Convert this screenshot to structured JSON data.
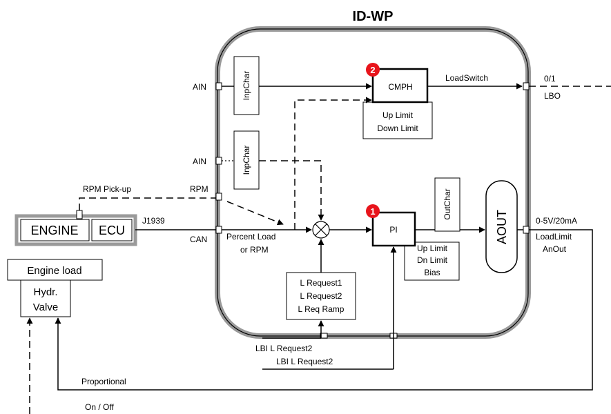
{
  "title": "ID-WP",
  "blocks": {
    "inpchar_top": "InpChar",
    "inpchar_mid": "InpChar",
    "cmph": "CMPH",
    "cmph_limits_1": "Up Limit",
    "cmph_limits_2": "Down Limit",
    "pi": "PI",
    "pi_limits_1": "Up Limit",
    "pi_limits_2": "Dn Limit",
    "pi_limits_3": "Bias",
    "outchar": "OutChar",
    "aout": "AOUT",
    "lrequest_1": "L Request1",
    "lrequest_2": "L Request2",
    "lrequest_3": "L Req Ramp",
    "engine": "ENGINE",
    "ecu": "ECU",
    "engine_load": "Engine load",
    "hydr_1": "Hydr.",
    "hydr_2": "Valve"
  },
  "badges": {
    "cmph": "2",
    "pi": "1"
  },
  "labels": {
    "ain_top": "AIN",
    "ain_mid": "AIN",
    "rpm": "RPM",
    "can": "CAN",
    "rpm_pickup": "RPM Pick-up",
    "j1939": "J1939",
    "percent_load_1": "Percent Load",
    "percent_load_2": "or RPM",
    "loadswitch": "LoadSwitch",
    "out_01": "0/1",
    "lbo": "LBO",
    "out_analog": "0-5V/20mA",
    "loadlimit": "LoadLimit",
    "anout": "AnOut",
    "lbi_1": "LBI L Request2",
    "lbi_2": "LBI L Request2",
    "proportional": "Proportional",
    "onoff": "On / Off"
  },
  "colors": {
    "badge": "#e8141b",
    "frame": "#9a9a9a",
    "line": "#000000"
  }
}
